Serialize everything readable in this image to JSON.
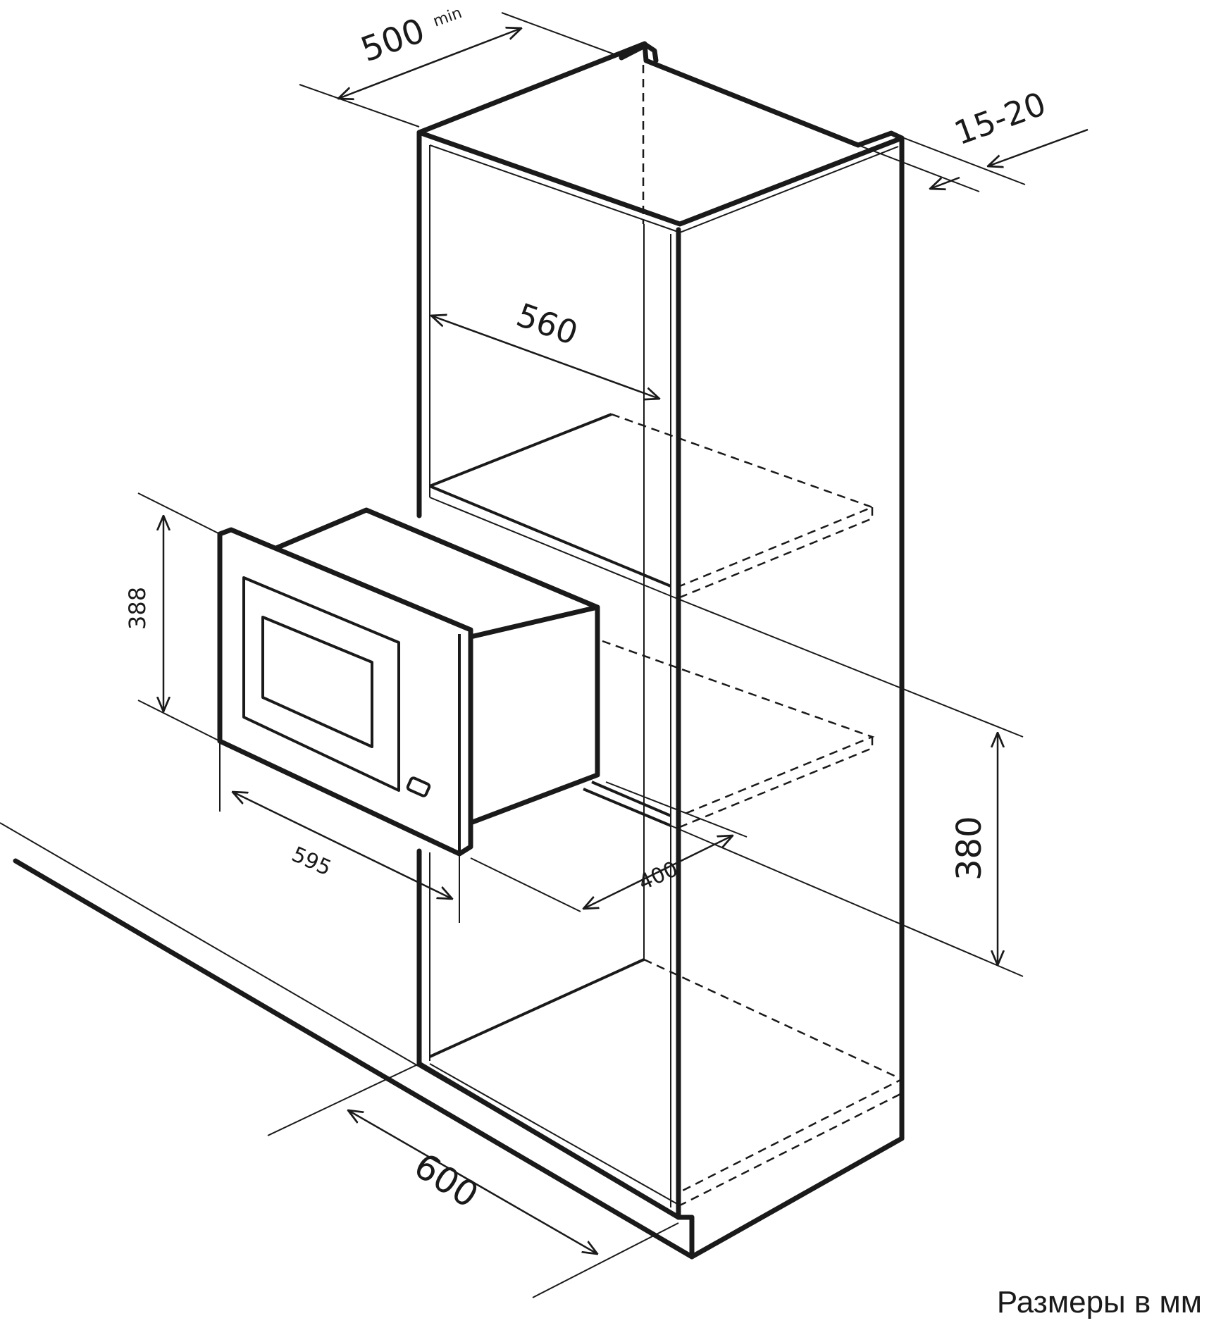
{
  "dimensions": {
    "depth_min": "500",
    "depth_min_suffix": "min",
    "gap": "15-20",
    "inner_width": "560",
    "device_height": "388",
    "device_width": "595",
    "device_depth": "400",
    "niche_height": "380",
    "cabinet_width": "600"
  },
  "caption": "Размеры в мм",
  "colors": {
    "line": "#1a1a1a",
    "background": "#ffffff"
  }
}
